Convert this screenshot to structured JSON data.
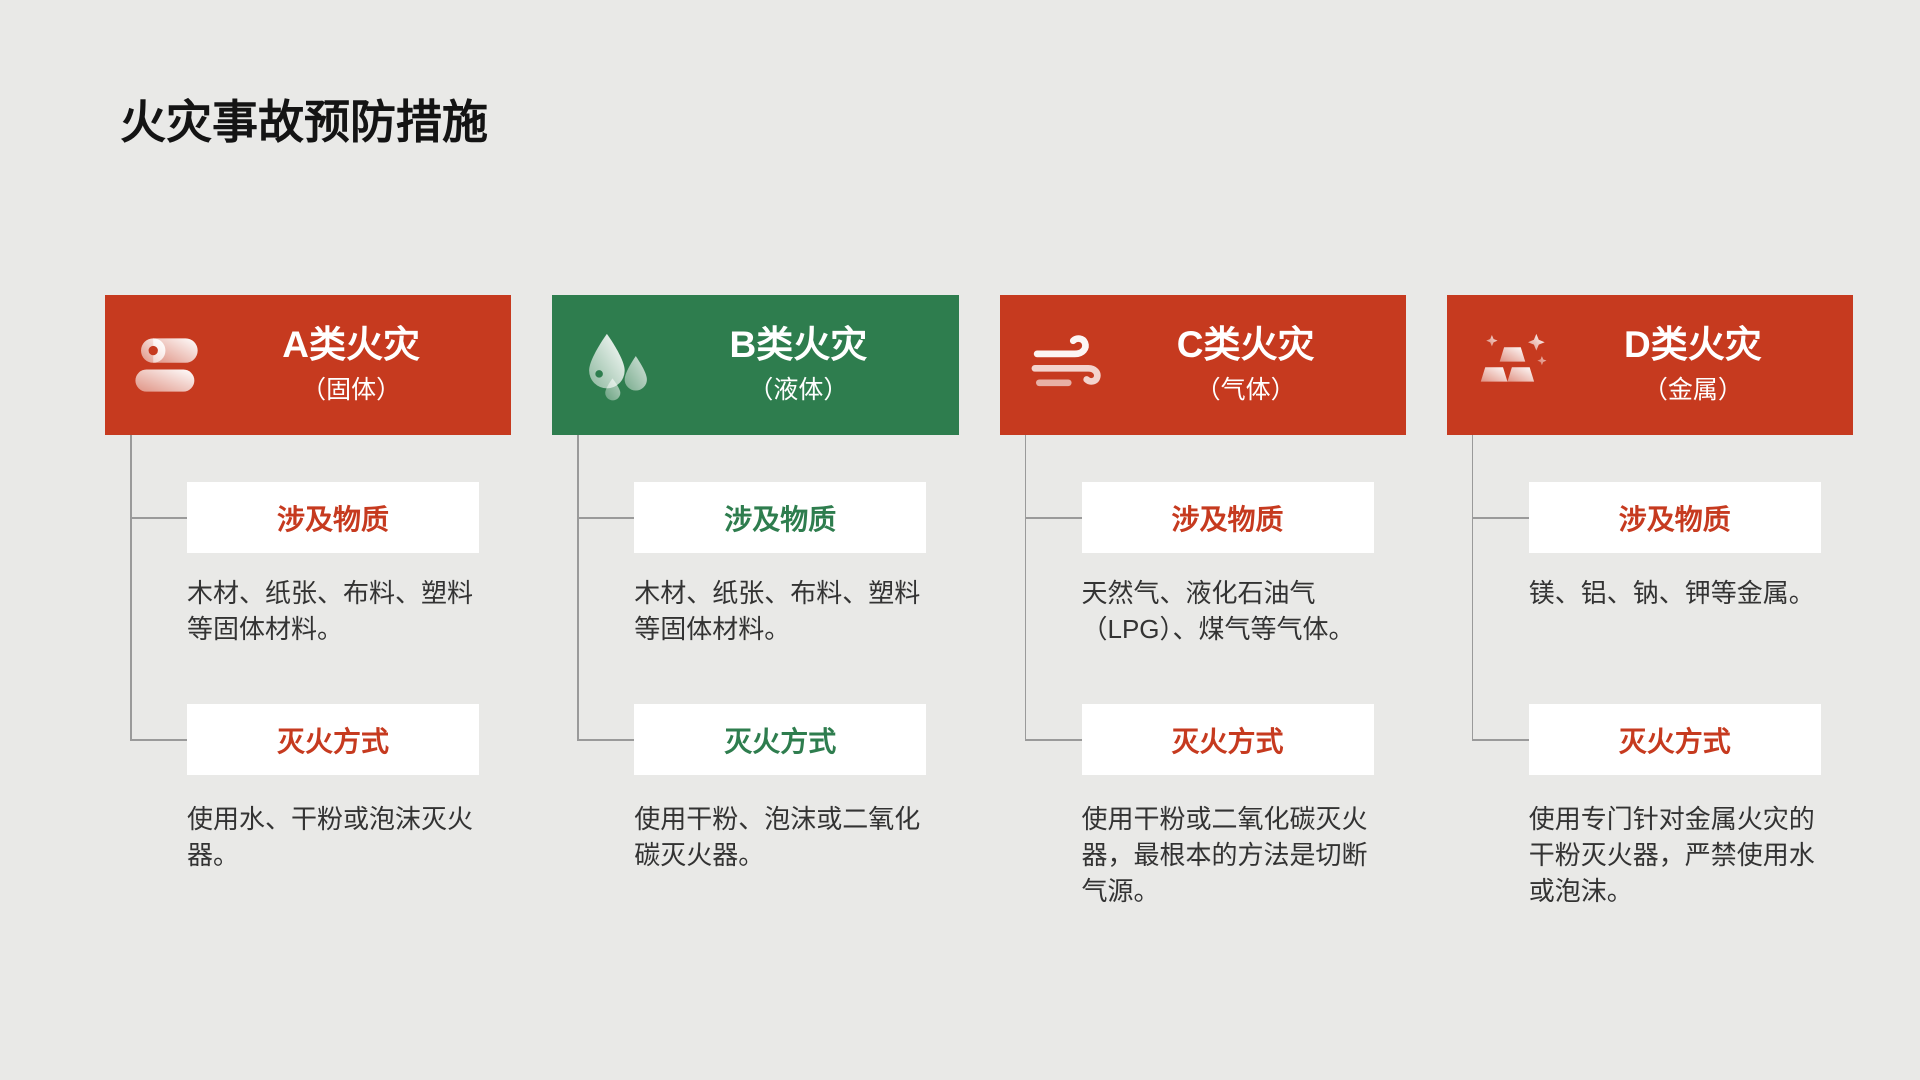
{
  "page": {
    "title": "火灾事故预防措施",
    "background": "#E9E9E7"
  },
  "colors": {
    "red": "#C63A1F",
    "green": "#2E7D4E",
    "card_white": "#FFFFFF",
    "body_text": "#333333",
    "connector_line": "#9A9A9A"
  },
  "columns": [
    {
      "class_letter": "A类火灾",
      "subtitle": "（固体）",
      "theme": "red",
      "icon": "paper-rolls-icon",
      "substances_label": "涉及物质",
      "substances_text": "木材、纸张、布料、塑料等固体材料。",
      "method_label": "灭火方式",
      "method_text": "使用水、干粉或泡沫灭火器。"
    },
    {
      "class_letter": "B类火灾",
      "subtitle": "（液体）",
      "theme": "green",
      "icon": "water-drops-icon",
      "substances_label": "涉及物质",
      "substances_text": "木材、纸张、布料、塑料等固体材料。",
      "method_label": "灭火方式",
      "method_text": "使用干粉、泡沫或二氧化碳灭火器。"
    },
    {
      "class_letter": "C类火灾",
      "subtitle": "（气体）",
      "theme": "red",
      "icon": "wind-icon",
      "substances_label": "涉及物质",
      "substances_text": "天然气、液化石油气（LPG）、煤气等气体。",
      "method_label": "灭火方式",
      "method_text": "使用干粉或二氧化碳灭火器，最根本的方法是切断气源。"
    },
    {
      "class_letter": "D类火灾",
      "subtitle": "（金属）",
      "theme": "red",
      "icon": "metal-ingots-icon",
      "substances_label": "涉及物质",
      "substances_text": "镁、铝、钠、钾等金属。",
      "method_label": "灭火方式",
      "method_text": "使用专门针对金属火灾的干粉灭火器，严禁使用水或泡沫。"
    }
  ]
}
